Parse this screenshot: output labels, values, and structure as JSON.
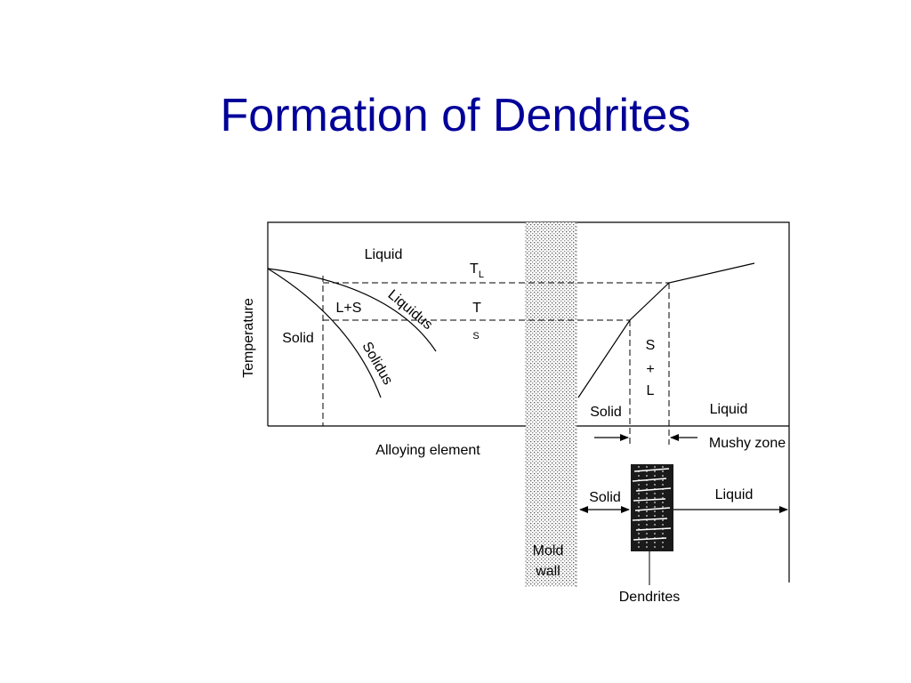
{
  "slide": {
    "title": "Formation of Dendrites"
  },
  "phase_diagram": {
    "y_axis_label": "Temperature",
    "x_axis_label": "Alloying element",
    "region_liquid": "Liquid",
    "region_solid": "Solid",
    "region_mix": "L+S",
    "curve_liquidus": "Liquidus",
    "curve_solidus": "Solidus"
  },
  "temperature_profile": {
    "tl_main": "T",
    "tl_sub": "L",
    "ts_main": "T",
    "ts_sub": "S",
    "mush_s": "S",
    "mush_plus": "+",
    "mush_l": "L",
    "solid_label": "Solid",
    "liquid_label": "Liquid",
    "mushy_zone_label": "Mushy zone"
  },
  "casting": {
    "solid_label": "Solid",
    "liquid_label": "Liquid",
    "mold_wall_line1": "Mold",
    "mold_wall_line2": "wall",
    "dendrites_label": "Dendrites"
  },
  "colors": {
    "title": "#000099",
    "line": "#000000",
    "mold_wall_fill": "#e6e6e6"
  }
}
